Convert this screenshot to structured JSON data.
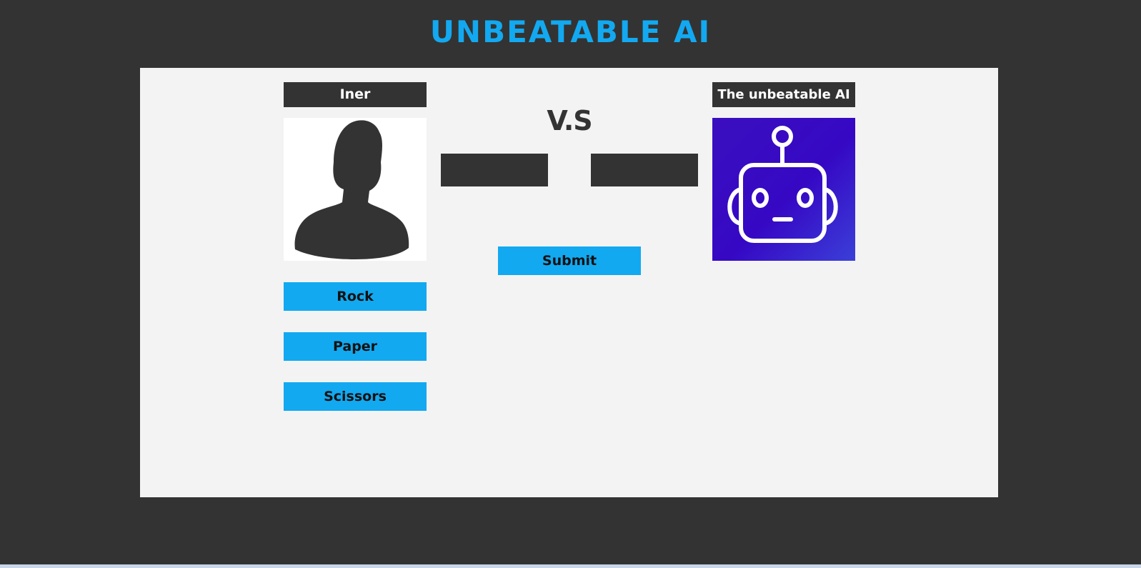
{
  "header": {
    "title": "UNBEATABLE AI"
  },
  "game": {
    "player": {
      "name": "Iner",
      "avatar_icon": "user-silhouette-icon",
      "choice": ""
    },
    "ai": {
      "name": "The unbeatable AI",
      "avatar_icon": "robot-face-icon",
      "choice": ""
    },
    "vs_label": "V.S",
    "submit_label": "Submit",
    "options": {
      "rock": "Rock",
      "paper": "Paper",
      "scissors": "Scissors"
    }
  },
  "colors": {
    "background": "#333333",
    "board": "#f3f3f3",
    "accent": "#12a9f1",
    "ai_avatar_bg": "#3608c4"
  }
}
